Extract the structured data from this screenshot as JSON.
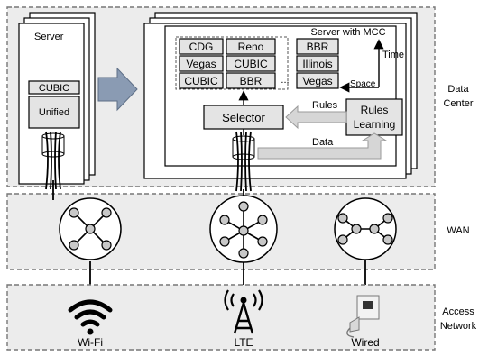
{
  "left_server": {
    "title": "Server",
    "algorithm": "CUBIC",
    "unified": "Unified"
  },
  "mcc_server": {
    "title": "Server with MCC",
    "time_axis": "Time",
    "space_axis": "Space",
    "algorithms": {
      "row1": [
        "CDG",
        "Reno"
      ],
      "row2": [
        "Vegas",
        "CUBIC"
      ],
      "row3": [
        "CUBIC",
        "BBR"
      ],
      "ellipsis": "...",
      "space_column": [
        "BBR",
        "Illinois",
        "Vegas"
      ]
    },
    "selector": "Selector",
    "rules_learning_line1": "Rules",
    "rules_learning_line2": "Learning",
    "rules_arrow_label": "Rules",
    "data_arrow_label": "Data"
  },
  "zones": {
    "data_center_line1": "Data",
    "data_center_line2": "Center",
    "wan": "WAN",
    "access_line1": "Access",
    "access_line2": "Network"
  },
  "access": {
    "wifi": "Wi-Fi",
    "lte": "LTE",
    "wired": "Wired"
  }
}
